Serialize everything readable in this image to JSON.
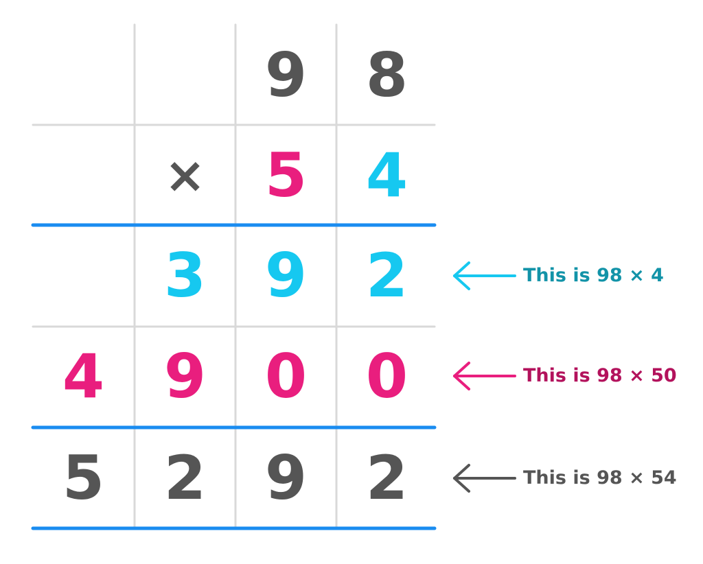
{
  "colors": {
    "gray": "#555555",
    "cyan": "#16c8f0",
    "magenta": "#e91e7e",
    "grid": "#d9d9d9",
    "rule": "#1a8cf0",
    "note_cyan": "#1293a8",
    "note_magenta": "#b3125c",
    "note_gray": "#555555"
  },
  "rows": [
    {
      "role": "multiplicand",
      "cells": [
        "",
        "",
        "9",
        "8"
      ],
      "color": "gray"
    },
    {
      "role": "multiplier",
      "cells": [
        "",
        "×",
        "5",
        "4"
      ],
      "colors": [
        "gray",
        "gray",
        "magenta",
        "cyan"
      ]
    },
    {
      "role": "partial-1",
      "cells": [
        "",
        "3",
        "9",
        "2"
      ],
      "color": "cyan"
    },
    {
      "role": "partial-2",
      "cells": [
        "4",
        "9",
        "0",
        "0"
      ],
      "color": "magenta"
    },
    {
      "role": "result",
      "cells": [
        "5",
        "2",
        "9",
        "2"
      ],
      "color": "gray"
    }
  ],
  "annotations": [
    {
      "row": 2,
      "text": "This is 98 × 4",
      "color": "note_cyan",
      "arrow_color": "cyan"
    },
    {
      "row": 3,
      "text": "This is 98 × 50",
      "color": "note_magenta",
      "arrow_color": "magenta"
    },
    {
      "row": 4,
      "text": "This is 98 × 54",
      "color": "note_gray",
      "arrow_color": "gray"
    }
  ]
}
